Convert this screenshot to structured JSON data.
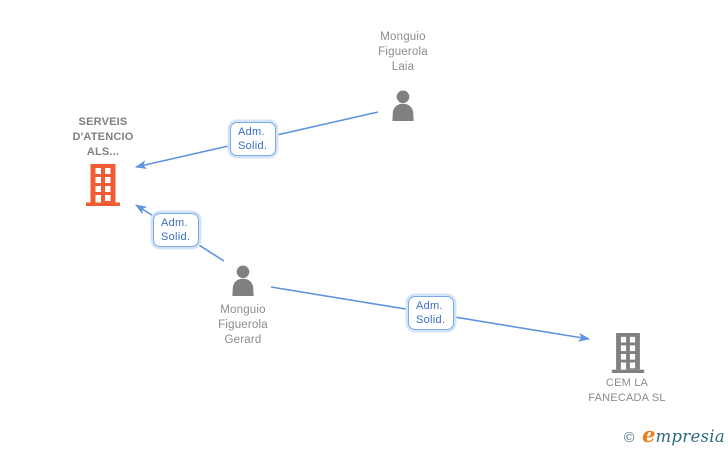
{
  "nodes": {
    "laia": {
      "type": "person",
      "line1": "Monguio",
      "line2": "Figuerola",
      "line3": "Laia"
    },
    "serveis": {
      "type": "company",
      "line1": "SERVEIS",
      "line2": "D'ATENCIO",
      "line3": "ALS..."
    },
    "gerard": {
      "type": "person",
      "line1": "Monguio",
      "line2": "Figuerola",
      "line3": "Gerard"
    },
    "cem": {
      "type": "company",
      "line1": "CEM LA",
      "line2": "FANECADA SL"
    }
  },
  "edges": [
    {
      "from": "Monguio Figuerola Laia",
      "to": "SERVEIS D'ATENCIO ALS...",
      "label_line1": "Adm.",
      "label_line2": "Solid."
    },
    {
      "from": "Monguio Figuerola Gerard",
      "to": "SERVEIS D'ATENCIO ALS...",
      "label_line1": "Adm.",
      "label_line2": "Solid."
    },
    {
      "from": "Monguio Figuerola Gerard",
      "to": "CEM LA FANECADA SL",
      "label_line1": "Adm.",
      "label_line2": "Solid."
    }
  ],
  "watermark": {
    "copyright_symbol": "©",
    "brand_initial": "e",
    "brand_rest": "mpresia"
  },
  "colors": {
    "edge_blue": "#5E93DF",
    "box_border_blue": "#7AA9E6",
    "box_halo_blue": "#D3E4F7",
    "box_text_blue": "#3A6CC6",
    "company_orange": "#F25C33",
    "icon_gray": "#808080",
    "label_gray": "#8C8C8C",
    "company_label_gray": "#7F7F7F",
    "logo_orange": "#EE7D1E",
    "logo_teal": "#2D6B7E",
    "logo_copyright": "#57808F"
  }
}
